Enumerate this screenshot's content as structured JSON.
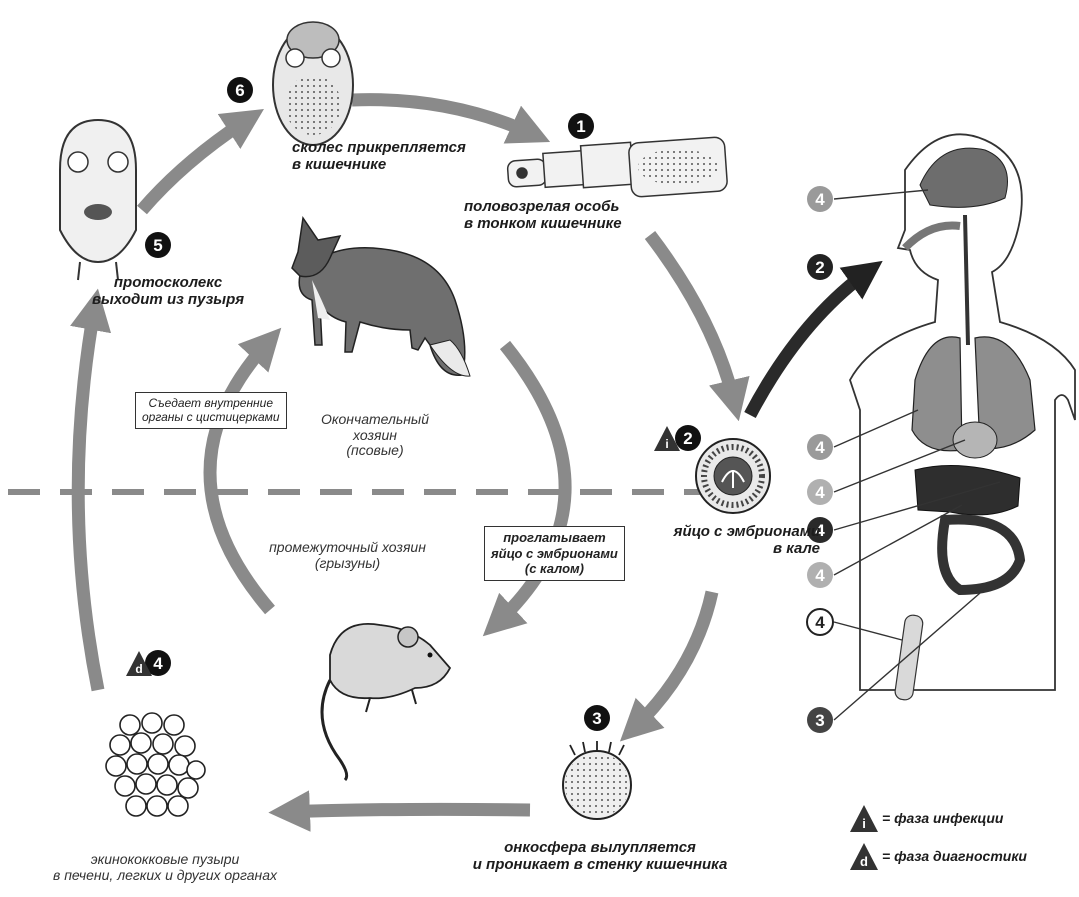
{
  "steps": {
    "s1": "1",
    "s2": "2",
    "s3": "3",
    "s4": "4",
    "s5": "5",
    "s6": "6"
  },
  "stages": {
    "scolex": [
      "сколес прикрепляется",
      "в кишечнике"
    ],
    "adult": [
      "половозрелая особь",
      "в тонком кишечнике"
    ],
    "protoscolex": [
      "протосколекс",
      "выходит из пузыря"
    ],
    "egg": [
      "яйцо с эмбрионами",
      "в кале"
    ],
    "oncosphere": [
      "онкосфера вылупляется",
      "и проникает в стенку кишечника"
    ],
    "cysts": [
      "экинококковые пузыри",
      "в печени, легких и других органах"
    ]
  },
  "hosts": {
    "definitive": [
      "Окончательный хозяин",
      "(псовые)"
    ],
    "intermediate": [
      "промежуточный хозяин",
      "(грызуны)"
    ]
  },
  "boxes": {
    "eats": [
      "Съедает внутренние",
      "органы с цистицерками"
    ],
    "swallows": [
      "проглатывает",
      "яйцо с эмбрионами",
      "(с калом)"
    ]
  },
  "legend": {
    "infection_letter": "i",
    "infection": "= фаза инфекции",
    "diagnostic_letter": "d",
    "diagnostic": "= фаза диагностики"
  }
}
